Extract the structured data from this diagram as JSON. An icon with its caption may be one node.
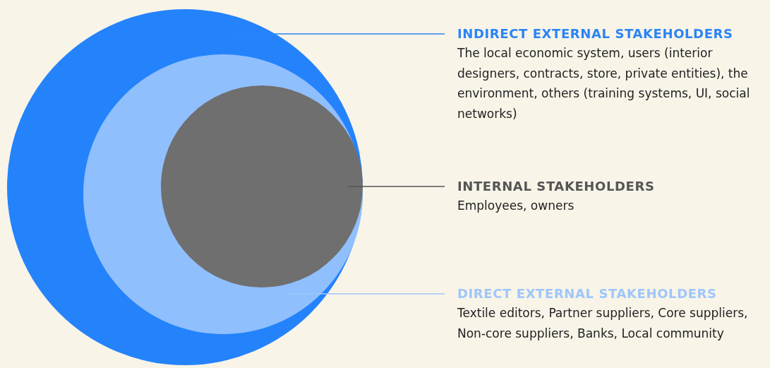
{
  "diagram": {
    "nodes": [
      {
        "text": [],
        "shape": "circle"
      },
      {
        "text": [],
        "shape": "circle",
        "in": 0
      },
      {
        "text": [],
        "shape": "circle",
        "in": 1
      },
      {
        "text": [
          "INDIRECT EXTERNAL STAKEHOLDERS",
          "The local economic system, users (interior designers, contracts, store, private entities), the environment, others (training systems, UI, social networks)"
        ]
      },
      {
        "text": [
          "INTERNAL STAKEHOLDERS",
          "Employees, owners"
        ]
      },
      {
        "text": [
          "DIRECT EXTERNAL STAKEHOLDERS",
          "Textile editors, Partner suppliers, Core suppliers, Non-core suppliers, Banks, Local community"
        ]
      }
    ],
    "edges": [
      {
        "from": 3,
        "to": 0,
        "arrow": "none",
        "color": "#2a84f7"
      },
      {
        "from": 4,
        "to": 2,
        "arrow": "none",
        "color": "#555555"
      },
      {
        "from": 5,
        "to": 1,
        "arrow": "none",
        "color": "#9fc6fb"
      }
    ]
  }
}
